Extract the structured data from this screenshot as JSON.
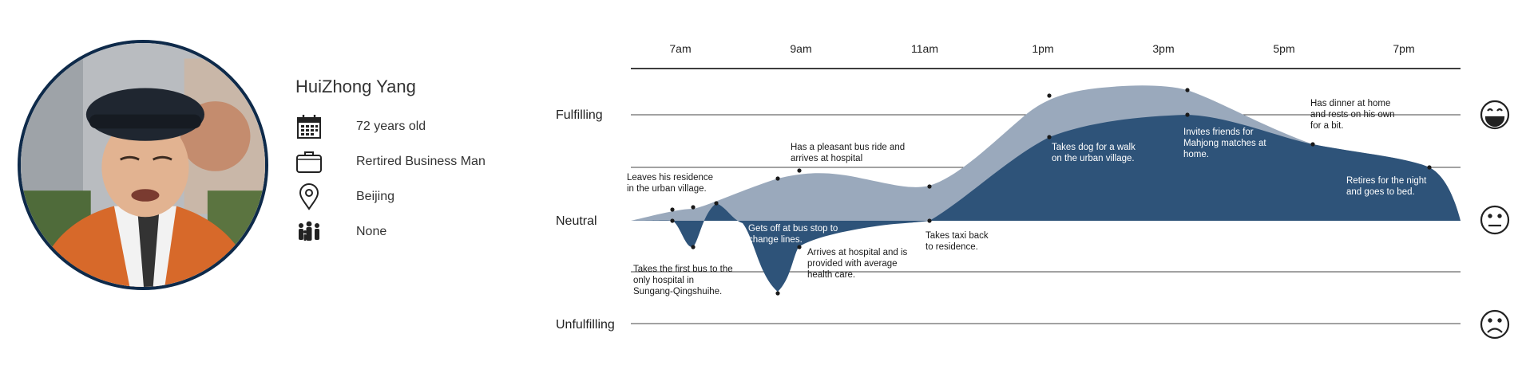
{
  "persona": {
    "name": "HuiZhong Yang",
    "age": "72 years old",
    "occupation": "Rertired Business Man",
    "location": "Beijing",
    "family": "None"
  },
  "icons": {
    "age": "calendar-icon",
    "occupation": "briefcase-icon",
    "location": "map-pin-icon",
    "family": "family-icon",
    "fulfilling": "happy-face-icon",
    "neutral": "neutral-face-icon",
    "unfulfilling": "sad-face-icon"
  },
  "colors": {
    "light_area": "#9aa9bc",
    "dark_area": "#2e5379",
    "line": "#222222",
    "portrait_border": "#0e2a4a"
  },
  "chart_data": {
    "type": "area",
    "time_labels": [
      "7am",
      "9am",
      "11am",
      "1pm",
      "3pm",
      "5pm",
      "7pm"
    ],
    "levels": [
      "Fulfilling",
      "Neutral",
      "Unfulfilling"
    ],
    "annotations": [
      {
        "id": "leave",
        "lines": [
          "Leaves his residence",
          "in the urban village."
        ]
      },
      {
        "id": "first-bus",
        "lines": [
          "Takes the first bus to the",
          "only hospital in",
          "Sungang-Qingshuihe."
        ]
      },
      {
        "id": "pleasant-ride",
        "lines": [
          "Has a pleasant bus ride and",
          "arrives at hospital"
        ]
      },
      {
        "id": "bus-stop",
        "lines": [
          "Gets off at bus stop to",
          "change lines."
        ]
      },
      {
        "id": "hospital",
        "lines": [
          "Arrives at hospital and is",
          "provided with average",
          "health care."
        ]
      },
      {
        "id": "taxi",
        "lines": [
          "Takes taxi back",
          "to residence."
        ]
      },
      {
        "id": "dog-walk",
        "lines": [
          "Takes dog for a walk",
          "on the urban village."
        ]
      },
      {
        "id": "mahjong",
        "lines": [
          "Invites friends for",
          "Mahjong matches at",
          "home."
        ]
      },
      {
        "id": "dinner",
        "lines": [
          "Has dinner at home",
          "and rests on his own",
          "for a bit."
        ]
      },
      {
        "id": "retire",
        "lines": [
          "Retires for the night",
          "and goes to bed."
        ]
      }
    ]
  }
}
